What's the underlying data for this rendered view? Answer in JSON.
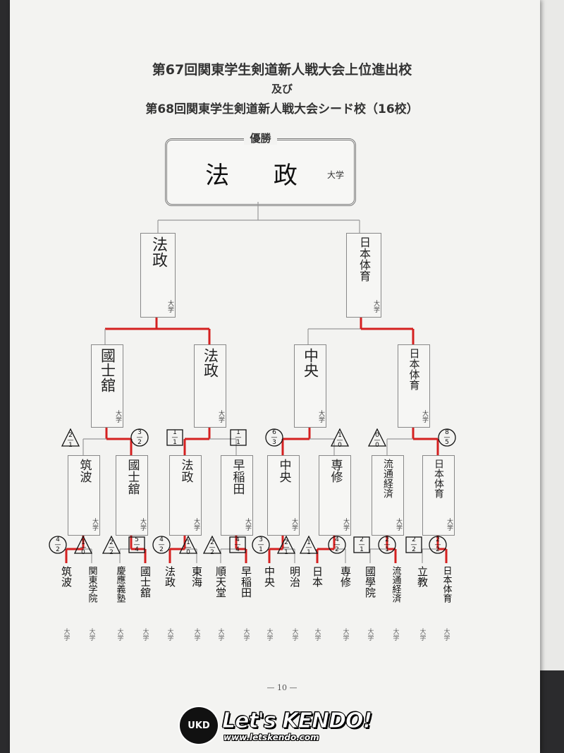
{
  "title1": "第67回関東学生剣道新人戦大会上位進出校",
  "title2": "及び",
  "title3": "第68回関東学生剣道新人戦大会シード校（16校）",
  "champion": {
    "label": "優勝",
    "name": "法 政",
    "suffix": "大学"
  },
  "suffix": "大学",
  "final": [
    {
      "name": "法政"
    },
    {
      "name": "日本体育"
    }
  ],
  "semi": [
    {
      "name": "國士舘"
    },
    {
      "name": "法政"
    },
    {
      "name": "中央"
    },
    {
      "name": "日本体育"
    }
  ],
  "quarter": [
    {
      "name": "筑波",
      "score": "2/1"
    },
    {
      "name": "國士舘",
      "score": "3/2"
    },
    {
      "name": "法政",
      "score": "1/1"
    },
    {
      "name": "早稲田",
      "score": "1/1"
    },
    {
      "name": "中央",
      "score": "6/3"
    },
    {
      "name": "専修",
      "score": "1/0"
    },
    {
      "name": "流通経済",
      "score": "0/0"
    },
    {
      "name": "日本体育",
      "score": "8/5"
    }
  ],
  "round16": [
    {
      "name": "筑波",
      "score": "4/2"
    },
    {
      "name": "関東学院",
      "score": "1/0"
    },
    {
      "name": "慶應義塾",
      "score": "2/2"
    },
    {
      "name": "國士舘",
      "score": "5/4"
    },
    {
      "name": "法政",
      "score": "4/2"
    },
    {
      "name": "東海",
      "score": "1/0"
    },
    {
      "name": "順天堂",
      "score": "2/2"
    },
    {
      "name": "早稲田",
      "score": "4/4"
    },
    {
      "name": "中央",
      "score": "3/1"
    },
    {
      "name": "明治",
      "score": "2/1"
    },
    {
      "name": "日本",
      "score": "1/1"
    },
    {
      "name": "専修",
      "score": "4/2"
    },
    {
      "name": "國學院",
      "score": "2/1"
    },
    {
      "name": "流通経済",
      "score": "2/1"
    },
    {
      "name": "立教",
      "score": "2/2"
    },
    {
      "name": "日本体育",
      "score": "2/2"
    }
  ],
  "page_number": "— 10 —",
  "logo": {
    "badge": "UKD",
    "text": "Let's KENDO!",
    "url": "www.letskendo.com"
  }
}
